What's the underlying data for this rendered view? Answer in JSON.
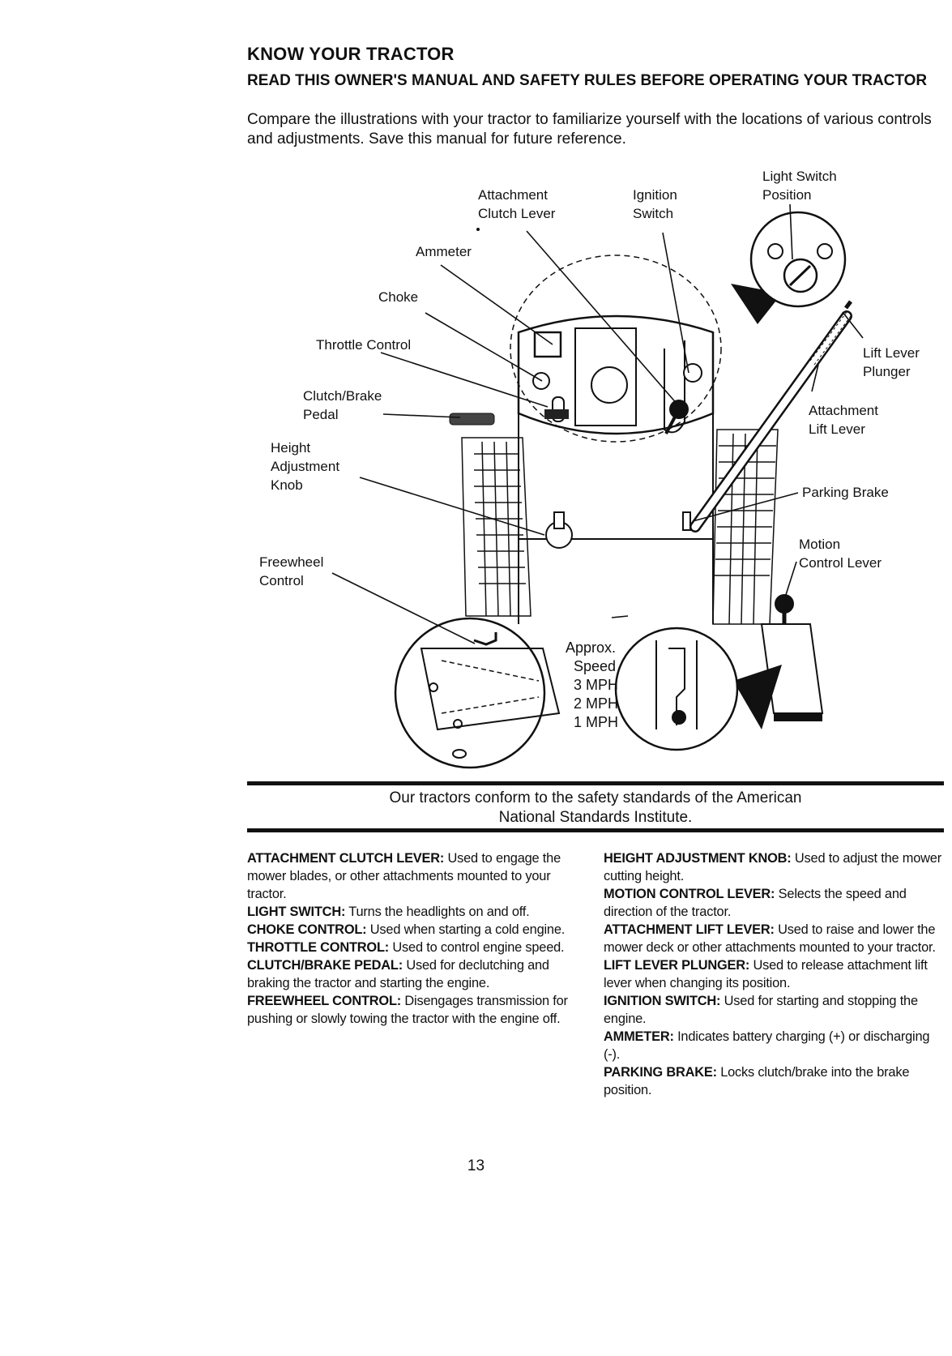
{
  "heading": "KNOW YOUR TRACTOR",
  "subheading": "READ THIS OWNER'S MANUAL AND SAFETY RULES BEFORE OPERATING YOUR TRACTOR",
  "intro": "Compare the illustrations with your tractor to familiarize yourself with the locations of various controls and adjustments. Save this manual for future reference.",
  "diagram": {
    "labels": {
      "attachment_clutch_lever": [
        "Attachment",
        "Clutch Lever"
      ],
      "ignition_switch": [
        "Ignition",
        "Switch"
      ],
      "light_switch_position": [
        "Light Switch",
        "Position"
      ],
      "ammeter": "Ammeter",
      "choke": "Choke",
      "throttle_control": "Throttle Control",
      "clutch_brake_pedal": [
        "Clutch/Brake",
        "Pedal"
      ],
      "height_adjustment_knob": [
        "Height",
        "Adjustment",
        "Knob"
      ],
      "lift_lever_plunger": [
        "Lift Lever",
        "Plunger"
      ],
      "attachment_lift_lever": [
        "Attachment",
        "Lift Lever"
      ],
      "parking_brake": "Parking Brake",
      "motion_control_lever": [
        "Motion",
        "Control Lever"
      ],
      "freewheel_control": [
        "Freewheel",
        "Control"
      ],
      "speed_chart": [
        "Approx.",
        "Speed",
        "3 MPH",
        "2 MPH",
        "1 MPH"
      ]
    }
  },
  "notice": [
    "Our tractors conform to the safety standards of the American",
    "National Standards Institute."
  ],
  "definitions_left": [
    {
      "term": "ATTACHMENT CLUTCH LEVER:",
      "text": " Used to engage the mower blades, or other attachments mounted to your tractor."
    },
    {
      "term": "LIGHT SWITCH:",
      "text": " Turns the headlights on and off."
    },
    {
      "term": "CHOKE CONTROL:",
      "text": " Used when starting a cold engine."
    },
    {
      "term": "THROTTLE CONTROL:",
      "text": " Used to control engine speed."
    },
    {
      "term": "CLUTCH/BRAKE PEDAL:",
      "text": " Used for declutching and braking the tractor and starting the engine."
    },
    {
      "term": "FREEWHEEL CONTROL:",
      "text": " Disengages transmission for pushing or slowly towing the tractor with the engine off."
    }
  ],
  "definitions_right": [
    {
      "term": "HEIGHT ADJUSTMENT KNOB:",
      "text": " Used to adjust the mower cutting height."
    },
    {
      "term": "MOTION CONTROL LEVER:",
      "text": " Selects the speed and direction of the tractor."
    },
    {
      "term": "ATTACHMENT LIFT LEVER:",
      "text": " Used to raise and lower the mower deck or other attachments mounted to your tractor."
    },
    {
      "term": "LIFT LEVER PLUNGER:",
      "text": " Used to release attachment lift lever when changing its position."
    },
    {
      "term": "IGNITION SWITCH:",
      "text": " Used for starting and stopping the engine."
    },
    {
      "term": "AMMETER:",
      "text": " Indicates battery charging (+) or discharging (-)."
    },
    {
      "term": "PARKING BRAKE:",
      "text": " Locks clutch/brake into the brake position."
    }
  ],
  "page_number": "13"
}
